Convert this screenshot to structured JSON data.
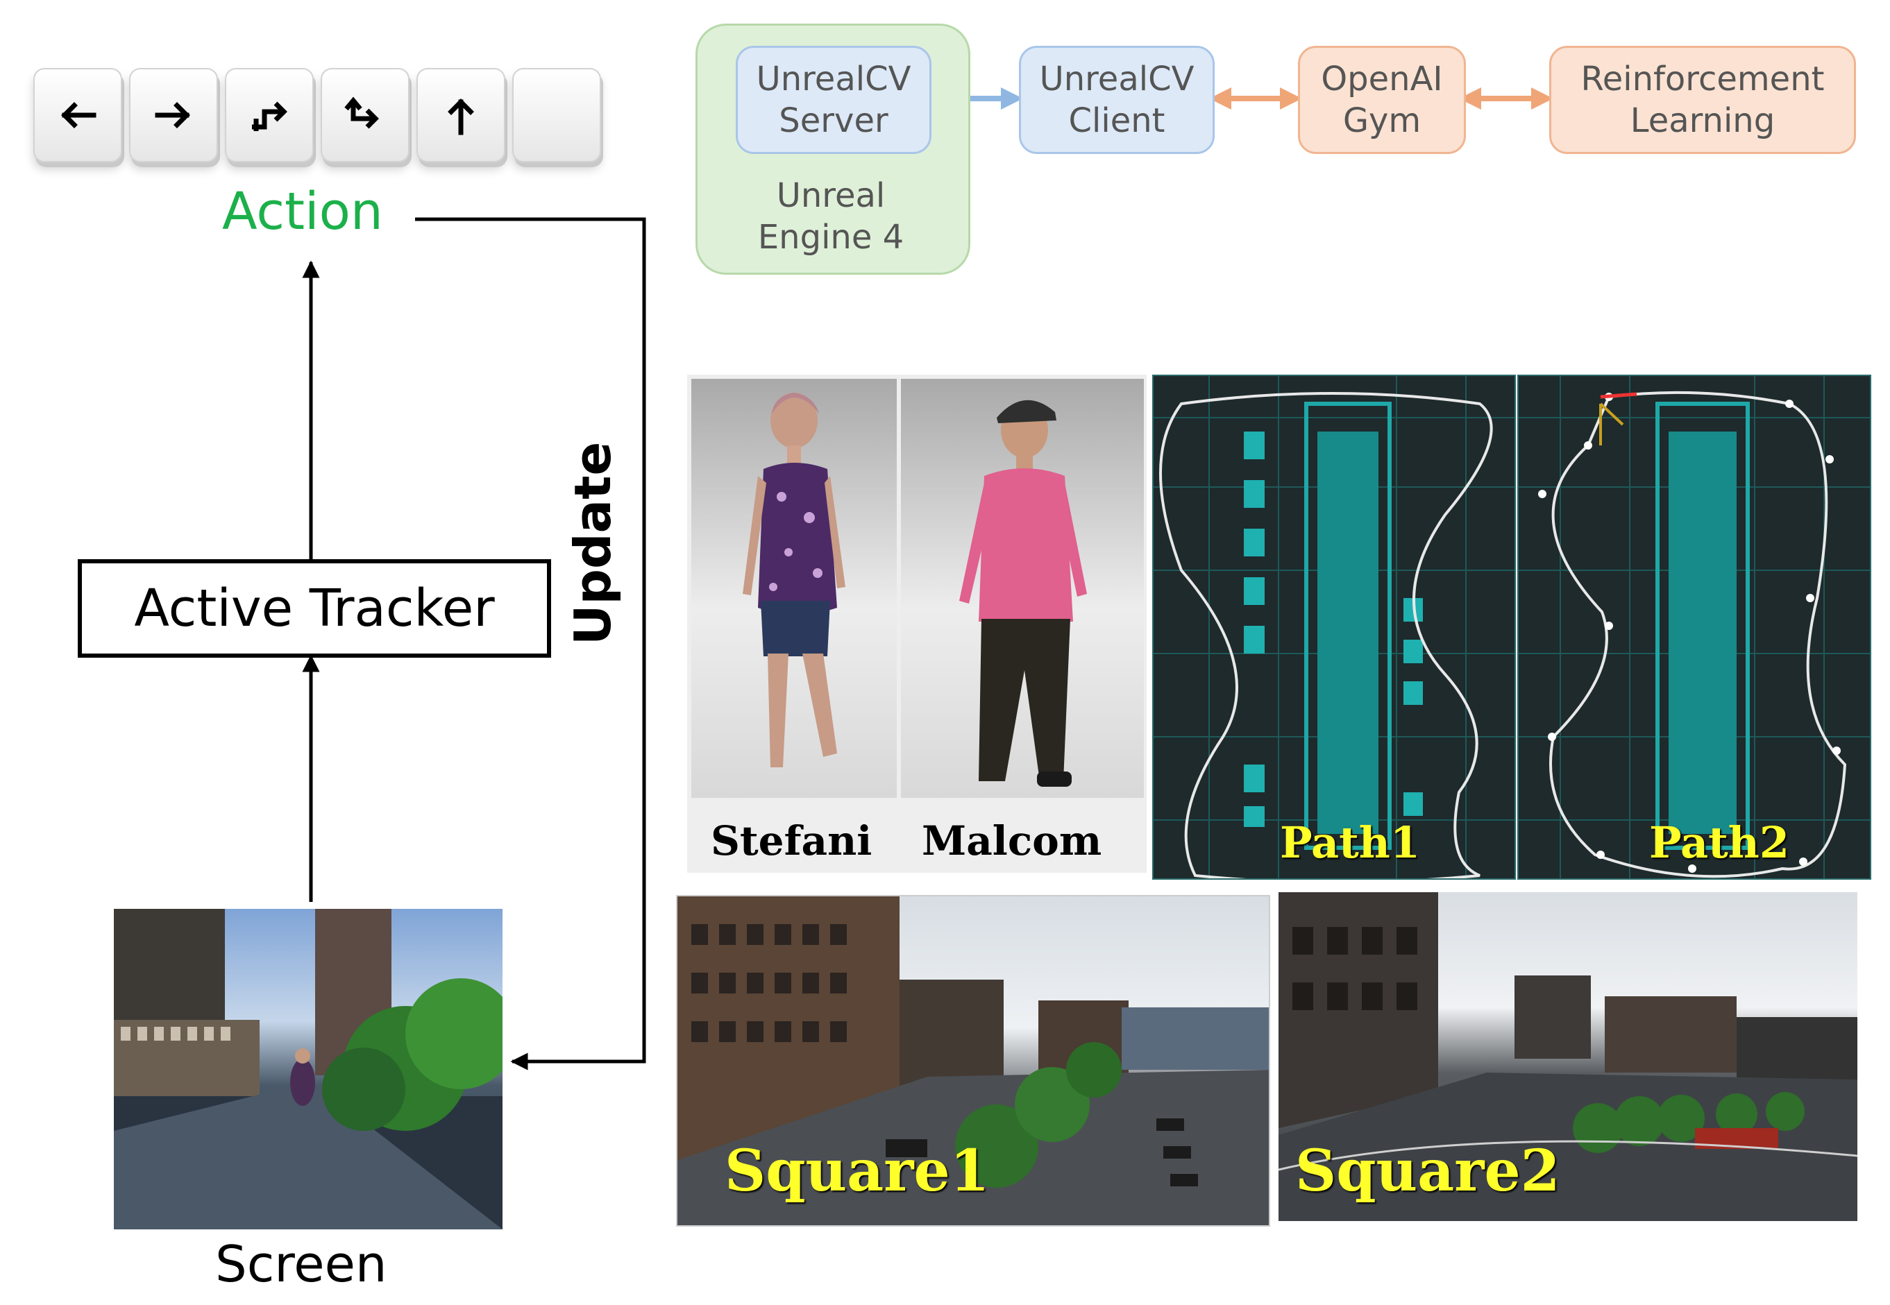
{
  "keys": [
    {
      "name": "left-arrow-key",
      "icon": "arrow-left-icon"
    },
    {
      "name": "right-arrow-key",
      "icon": "arrow-right-icon"
    },
    {
      "name": "forward-left-key",
      "icon": "turn-up-left-icon"
    },
    {
      "name": "forward-right-key",
      "icon": "turn-up-right-icon"
    },
    {
      "name": "up-arrow-key",
      "icon": "arrow-up-icon"
    },
    {
      "name": "blank-key",
      "icon": ""
    }
  ],
  "left_panel": {
    "action": "Action",
    "tracker": "Active Tracker",
    "screen": "Screen",
    "update": "Update"
  },
  "pipeline": {
    "server": "UnrealCV\nServer",
    "engine": "Unreal\nEngine 4",
    "client": "UnrealCV\nClient",
    "gym": "OpenAI\nGym",
    "rl": "Reinforcement\nLearning"
  },
  "characters": [
    "Stefani",
    "Malcom"
  ],
  "paths": [
    "Path1",
    "Path2"
  ],
  "squares": [
    "Square1",
    "Square2"
  ],
  "colors": {
    "action_green": "#1bb04a",
    "blue_box": "#dde9f7",
    "orange_box": "#fbe2d2",
    "green_box": "#dff0d8",
    "caption_yellow": "#ffff2a",
    "map_teal": "#1fa8a8"
  }
}
